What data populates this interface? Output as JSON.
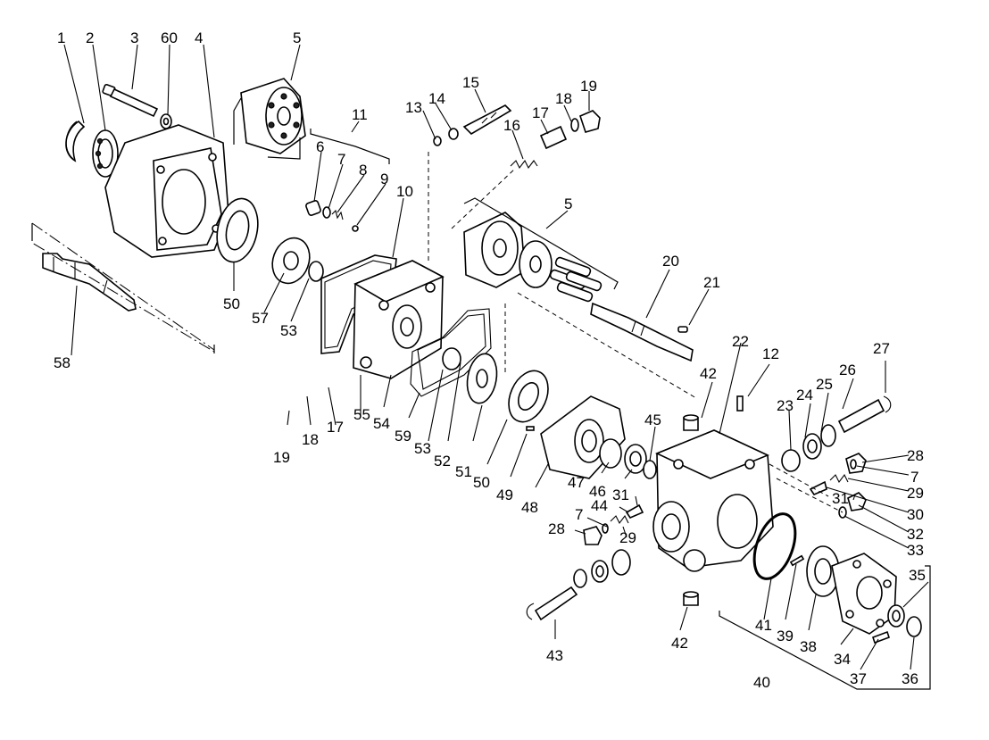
{
  "callouts": {
    "c1": "1",
    "c2": "2",
    "c3": "3",
    "c60a": "60",
    "c4": "4",
    "c5a": "5",
    "c11": "11",
    "c6": "6",
    "c7a": "7",
    "c8": "8",
    "c9": "9",
    "c10": "10",
    "c13": "13",
    "c14": "14",
    "c15": "15",
    "c16": "16",
    "c17a": "17",
    "c18a": "18",
    "c19a": "19",
    "c5b": "5",
    "c20": "20",
    "c21": "21",
    "c50a": "50",
    "c57": "57",
    "c53a": "53",
    "c58": "58",
    "c19b": "19",
    "c18b": "18",
    "c17b": "17",
    "c55": "55",
    "c54": "54",
    "c59": "59",
    "c53b": "53",
    "c52": "52",
    "c51": "51",
    "c50b": "50",
    "c49": "49",
    "c48": "48",
    "c22": "22",
    "c12": "12",
    "c42a": "42",
    "c27": "27",
    "c26": "26",
    "c25": "25",
    "c24": "24",
    "c23": "23",
    "c45": "45",
    "c47": "47",
    "c46": "46",
    "c28a": "28",
    "c7b": "7",
    "c29a": "29",
    "c30": "30",
    "c31a": "31",
    "c32": "32",
    "c33": "33",
    "c31b": "31",
    "c44": "44",
    "c7c": "7",
    "c28b": "28",
    "c29b": "29",
    "c35": "35",
    "c41": "41",
    "c39": "39",
    "c38": "38",
    "c34": "34",
    "c40": "40",
    "c37": "37",
    "c36": "36",
    "c42b": "42",
    "c43": "43"
  }
}
